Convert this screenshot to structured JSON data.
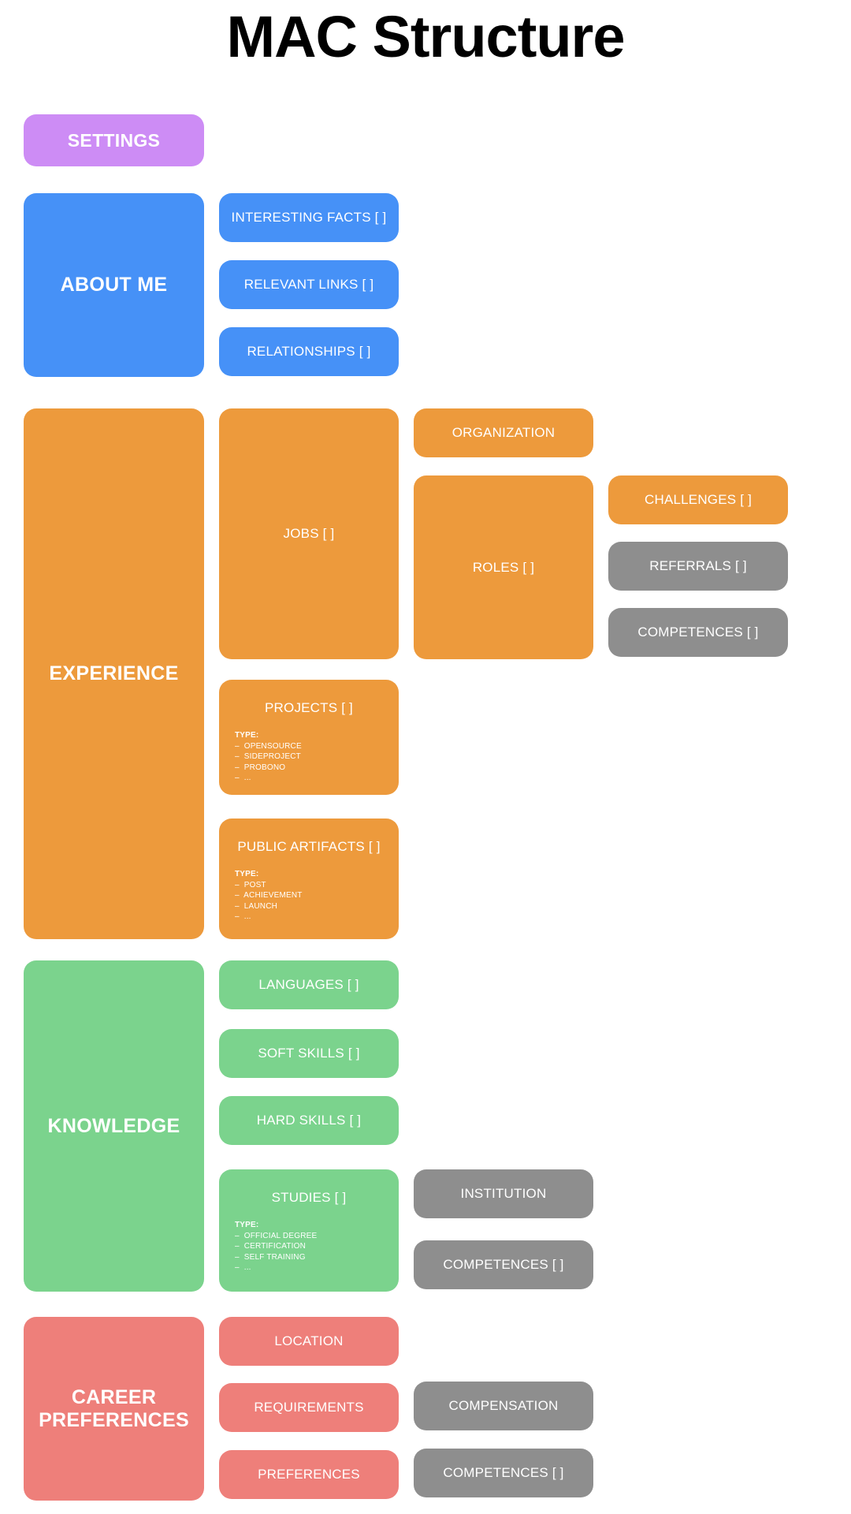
{
  "page": {
    "title": "MAC Structure",
    "background": "#ffffff"
  },
  "palette": {
    "purple": "#cd8cf5",
    "blue": "#4691f7",
    "orange": "#ed9a3c",
    "green": "#7bd38d",
    "salmon": "#ee7f7a",
    "gray": "#8e8e8e",
    "text_on_card": "#ffffff",
    "title_color": "#000000"
  },
  "sections": {
    "settings": {
      "label": "SETTINGS"
    },
    "about_me": {
      "label": "ABOUT ME",
      "children": [
        {
          "label": "INTERESTING FACTS [ ]"
        },
        {
          "label": "RELEVANT LINKS [ ]"
        },
        {
          "label": "RELATIONSHIPS [ ]"
        }
      ]
    },
    "experience": {
      "label": "EXPERIENCE",
      "jobs": {
        "label": "JOBS [ ]"
      },
      "organization": {
        "label": "ORGANIZATION"
      },
      "roles": {
        "label": "ROLES [ ]"
      },
      "challenges": {
        "label": "CHALLENGES [ ]"
      },
      "referrals": {
        "label": "REFERRALS [ ]"
      },
      "competences": {
        "label": "COMPETENCES [ ]"
      },
      "projects": {
        "label": "PROJECTS [ ]",
        "type_label": "TYPE:",
        "types": [
          "OPENSOURCE",
          "SIDEPROJECT",
          "PROBONO",
          "..."
        ]
      },
      "public_artifacts": {
        "label": "PUBLIC ARTIFACTS [ ]",
        "type_label": "TYPE:",
        "types": [
          "POST",
          "ACHIEVEMENT",
          "LAUNCH",
          "..."
        ]
      }
    },
    "knowledge": {
      "label": "KNOWLEDGE",
      "languages": {
        "label": "LANGUAGES [ ]"
      },
      "soft_skills": {
        "label": "SOFT SKILLS [ ]"
      },
      "hard_skills": {
        "label": "HARD SKILLS [ ]"
      },
      "studies": {
        "label": "STUDIES [ ]",
        "type_label": "TYPE:",
        "types": [
          "OFFICIAL DEGREE",
          "CERTIFICATION",
          "SELF TRAINING",
          "..."
        ]
      },
      "institution": {
        "label": "INSTITUTION"
      },
      "competences": {
        "label": "COMPETENCES [ ]"
      }
    },
    "career_preferences": {
      "label": "CAREER\nPREFERENCES",
      "location": {
        "label": "LOCATION"
      },
      "requirements": {
        "label": "REQUIREMENTS"
      },
      "preferences": {
        "label": "PREFERENCES"
      },
      "compensation": {
        "label": "COMPENSATION"
      },
      "competences": {
        "label": "COMPETENCES [ ]"
      }
    }
  }
}
